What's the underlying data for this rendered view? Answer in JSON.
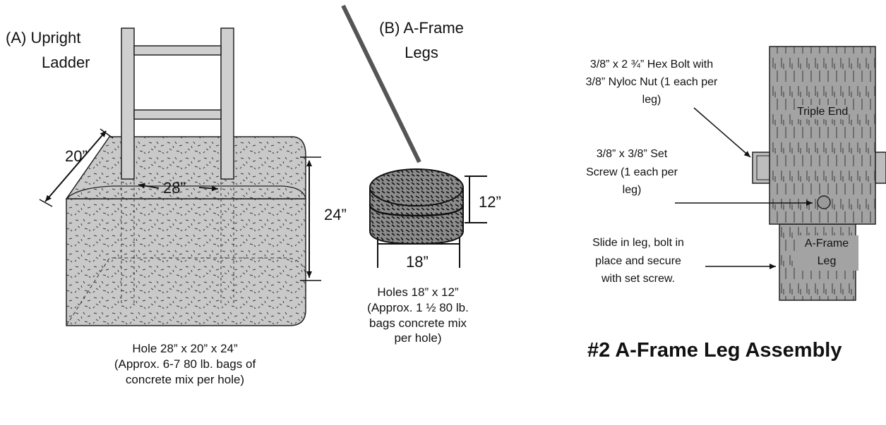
{
  "ladder": {
    "label_line1": "(A)  Upright",
    "label_line2": "Ladder",
    "dim_width": "20”",
    "dim_length": "28”",
    "dim_depth": "24”",
    "caption_line1": "Hole 28” x 20” x 24”",
    "caption_line2": "(Approx. 6-7 80 lb. bags of",
    "caption_line3": "concrete mix per hole)"
  },
  "aframe": {
    "label_line1": "(B) A-Frame",
    "label_line2": "Legs",
    "dim_height": "12”",
    "dim_diameter": "18”",
    "caption_line1": "Holes 18” x 12”",
    "caption_line2": "(Approx. 1 ½ 80 lb.",
    "caption_line3": "bags concrete mix",
    "caption_line4": "per hole)"
  },
  "assembly": {
    "bolt_line1": "3/8” x 2 ¾” Hex Bolt with",
    "bolt_line2": "3/8” Nyloc Nut (1 each per",
    "bolt_line3": "leg)",
    "setscrew_line1": "3/8” x 3/8” Set",
    "setscrew_line2": "Screw (1 each per",
    "setscrew_line3": "leg)",
    "slide_line1": "Slide in leg, bolt in",
    "slide_line2": "place and secure",
    "slide_line3": "with set screw.",
    "triple_end": "Triple End",
    "aframe_leg_line1": "A-Frame",
    "aframe_leg_line2": "Leg",
    "title": "#2 A-Frame Leg Assembly"
  }
}
